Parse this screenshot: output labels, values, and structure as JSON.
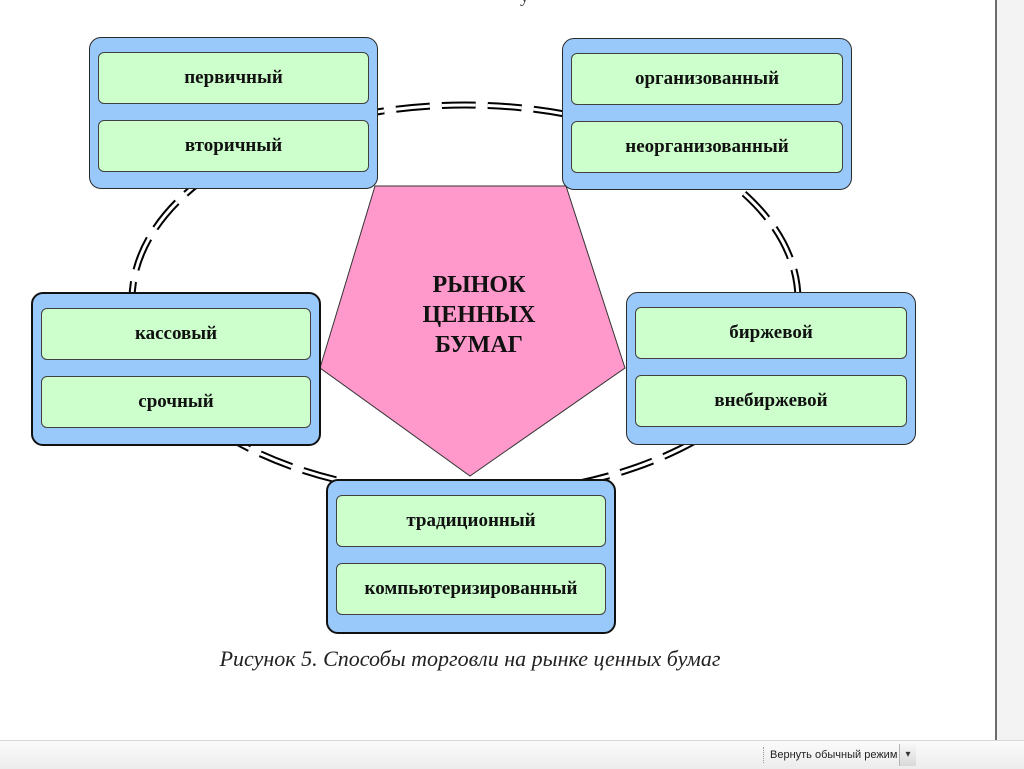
{
  "diagram": {
    "center_label": "РЫНОК\nЦЕННЫХ\nБУМАГ",
    "groups": [
      {
        "items": [
          "первичный",
          "вторичный"
        ]
      },
      {
        "items": [
          "организованный",
          "неорганизованный"
        ]
      },
      {
        "items": [
          "кассовый",
          "срочный"
        ]
      },
      {
        "items": [
          "биржевой",
          "внебиржевой"
        ]
      },
      {
        "items": [
          "традиционный",
          "компьютеризированный"
        ]
      }
    ],
    "caption": "Рисунок 5. Способы торговли на рынке ценных бумаг",
    "colors": {
      "group_fill": "#99c9fb",
      "item_fill": "#ccffcc",
      "center_fill": "#ff99cc"
    }
  },
  "top_fragment": "...у",
  "status_bar": {
    "reading_mode_button": "Вернуть обычный режим",
    "dropdown_icon": "dropdown-arrow-icon"
  }
}
